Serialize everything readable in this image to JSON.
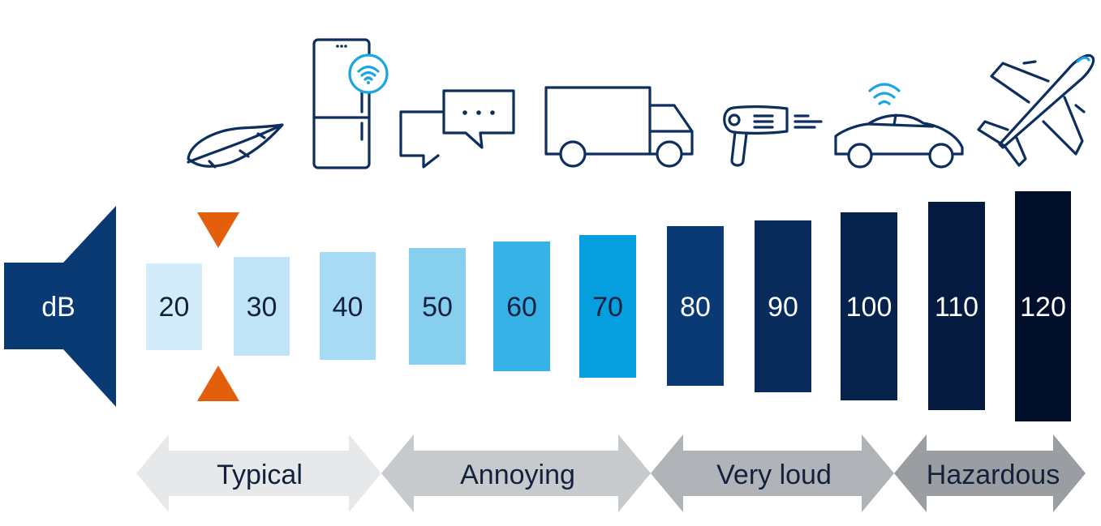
{
  "colors": {
    "speaker": "#0a3a74",
    "marker": "#e35f0c",
    "text_dark": "#14213d",
    "text_light": "#ffffff",
    "icon_stroke": "#0d2f5e",
    "icon_accent": "#1ba6e0"
  },
  "speaker": {
    "label": "dB",
    "icon": "speaker-shape"
  },
  "marker": {
    "level": "20",
    "icons": [
      "triangle-down-icon",
      "triangle-up-icon"
    ]
  },
  "levels": [
    {
      "value": "20",
      "fill": "#d3ecfa",
      "text": "dark"
    },
    {
      "value": "30",
      "fill": "#bfe3f7",
      "text": "dark"
    },
    {
      "value": "40",
      "fill": "#a7daf4",
      "text": "dark"
    },
    {
      "value": "50",
      "fill": "#86cfef",
      "text": "dark"
    },
    {
      "value": "60",
      "fill": "#36b2e7",
      "text": "dark"
    },
    {
      "value": "70",
      "fill": "#059fe0",
      "text": "dark"
    },
    {
      "value": "80",
      "fill": "#0a3a74",
      "text": "light"
    },
    {
      "value": "90",
      "fill": "#082b5b",
      "text": "light"
    },
    {
      "value": "100",
      "fill": "#06234d",
      "text": "light"
    },
    {
      "value": "110",
      "fill": "#041b3f",
      "text": "light"
    },
    {
      "value": "120",
      "fill": "#020f2b",
      "text": "light"
    }
  ],
  "categories": [
    {
      "label": "Typical",
      "fill": "#e6e8ea"
    },
    {
      "label": "Annoying",
      "fill": "#c7cacd"
    },
    {
      "label": "Very loud",
      "fill": "#b0b3b7"
    },
    {
      "label": "Hazardous",
      "fill": "#9a9ea3"
    }
  ],
  "icons": [
    "feather-icon",
    "smart-fridge-icon",
    "chat-bubbles-icon",
    "truck-icon",
    "hair-dryer-icon",
    "connected-car-icon",
    "airplane-icon"
  ]
}
